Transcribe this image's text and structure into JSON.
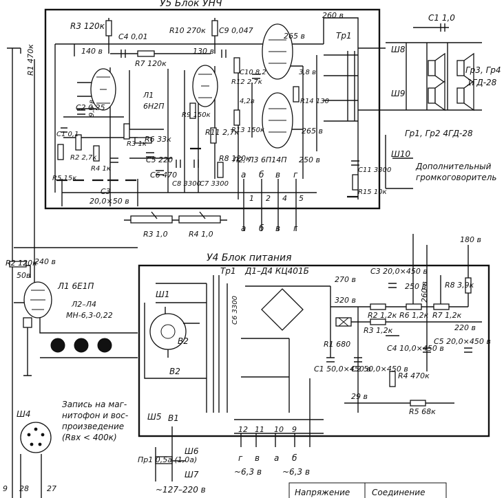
{
  "blocks": {
    "amplifier": "У5 Блок УНЧ",
    "power": "У4 Блок питания"
  },
  "tubes": {
    "l1": "Л1",
    "l1_type": "6Н2П",
    "l2l3": "Л2, Л3 6П14П",
    "indicator": "Л1 6Е1П",
    "neon": "Л2–Л4",
    "neon_type": "МН-6,3-0,22",
    "diodes": "Д1–Д4 КЦ401Б"
  },
  "components": {
    "r3_top": "R3 120к",
    "c4": "C4 0,01",
    "r10": "R10 270к",
    "c9": "C9 0,047",
    "r1": "R1 470к",
    "r7": "R7 120к",
    "c2": "C2 0,25",
    "c1": "C1 0,1",
    "r2": "R2 2,7к",
    "r1k": "R4 1к",
    "r5": "R5 15к",
    "r3k": "R3 1к",
    "c3": "C3",
    "c3v": "20,0×50 в",
    "r9": "R9 150к",
    "r6": "R6 33к",
    "c5": "C5 220",
    "c6": "C6 470",
    "c8": "C8 3300",
    "c7": "C7 3300",
    "r8": "R8 120к",
    "r11": "R11 2,7к",
    "r12": "R12 2,7к",
    "r13": "R13 150к",
    "c10": "C10 8,2",
    "r13b": "4,2в",
    "r14": "R14 130",
    "c11": "C11 3300",
    "r15": "R15 10к",
    "r3pot": "R3 1,0",
    "r4pot": "R4 1,0",
    "c1spk": "C1 1,0",
    "tr1": "Тр1",
    "psu_r1": "R1 680",
    "psu_r2": "R2 1,2к",
    "psu_r3": "R3 1,2к",
    "psu_r4": "R4 470к",
    "psu_r5": "R5 68к",
    "psu_r6": "R6 1,2к",
    "psu_r7": "R7 1,2к",
    "psu_r8": "R8 3,9к",
    "psu_c1": "C1 50,0×450 в",
    "psu_c2": "C2 50,0×450 в",
    "psu_c3": "C3 20,0×450 в",
    "psu_c4": "C4 10,0×450 в",
    "psu_c5": "C5 20,0×450 в",
    "psu_c6": "C6 3300",
    "ind_r2": "R2 120к",
    "ind_r1": "50в",
    "fuse": "Пр1 0,5а (1,0а)"
  },
  "voltages": {
    "v140": "140 в",
    "v130": "130 в",
    "v260a": "260 в",
    "v265": "265 в",
    "v38": "3,8 в",
    "v250a": "250 в",
    "v265b": "265 в",
    "v240": "240 в",
    "v180": "180 в",
    "v270": "270 в",
    "v250b": "250 в",
    "v260b": "260 в",
    "v320": "320 в",
    "v220": "220 в",
    "v29": "29 в",
    "v63a": "~6,3 в",
    "v63b": "~6,3 в",
    "vmains": "~127–220 в",
    "v96": "9,6 в"
  },
  "connectors": {
    "sh8": "Ш8",
    "sh9": "Ш9",
    "sh10": "Ш10",
    "sh1": "Ш1",
    "sh4": "Ш4",
    "sh5": "Ш5",
    "sh6": "Ш6",
    "sh7": "Ш7",
    "b1": "В1",
    "b2": "В2",
    "b2b": "В2"
  },
  "speakers": {
    "gr34": "Гр3, Гр4",
    "gr34_type": "1ГД-28",
    "gr12": "Гр1, Гр2 4ГД-28"
  },
  "notes": {
    "extra_speaker_1": "Дополнительный",
    "extra_speaker_2": "громкоговоритель",
    "record_1": "Запись на маг-",
    "record_2": "нитофон и вос-",
    "record_3": "произведение",
    "record_4": "(Rвх < 400к)"
  },
  "table": {
    "col1": "Напряжение",
    "col2": "Соединение"
  },
  "pins": {
    "bus_letters": [
      "а",
      "б",
      "в",
      "г"
    ],
    "bus_numbers": [
      "1",
      "2",
      "4",
      "5"
    ],
    "bottom_numbers": [
      "12",
      "11",
      "10",
      "9"
    ],
    "bottom_letters": [
      "г",
      "в",
      "а",
      "б"
    ],
    "edge_labels": [
      "9",
      "28",
      "27"
    ]
  }
}
